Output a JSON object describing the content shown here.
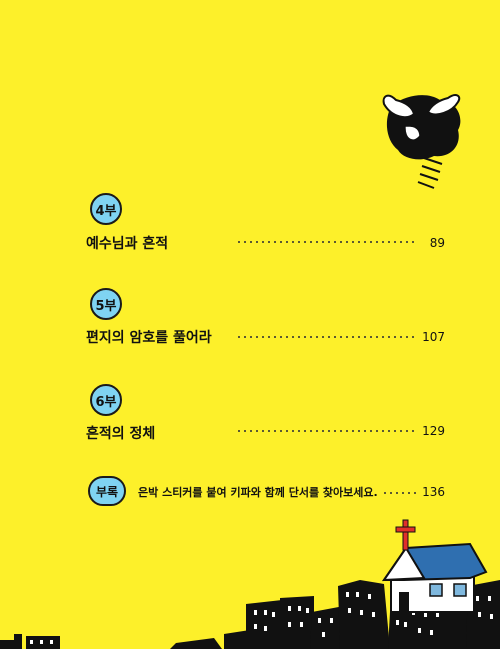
{
  "toc": [
    {
      "part": "4부",
      "title": "예수님과 흔적",
      "page": "89"
    },
    {
      "part": "5부",
      "title": "편지의 암호를 풀어라",
      "page": "107"
    },
    {
      "part": "6부",
      "title": "흔적의 정체",
      "page": "129"
    },
    {
      "part": "부록",
      "title": "은박 스티커를 붙여 키파와 함께 단서를 찾아보세요.",
      "page": "136"
    }
  ],
  "colors": {
    "background": "#fdf02a",
    "badge": "#7fd3f2",
    "church_roof": "#2f6fb0",
    "cross": "#e0302a"
  }
}
